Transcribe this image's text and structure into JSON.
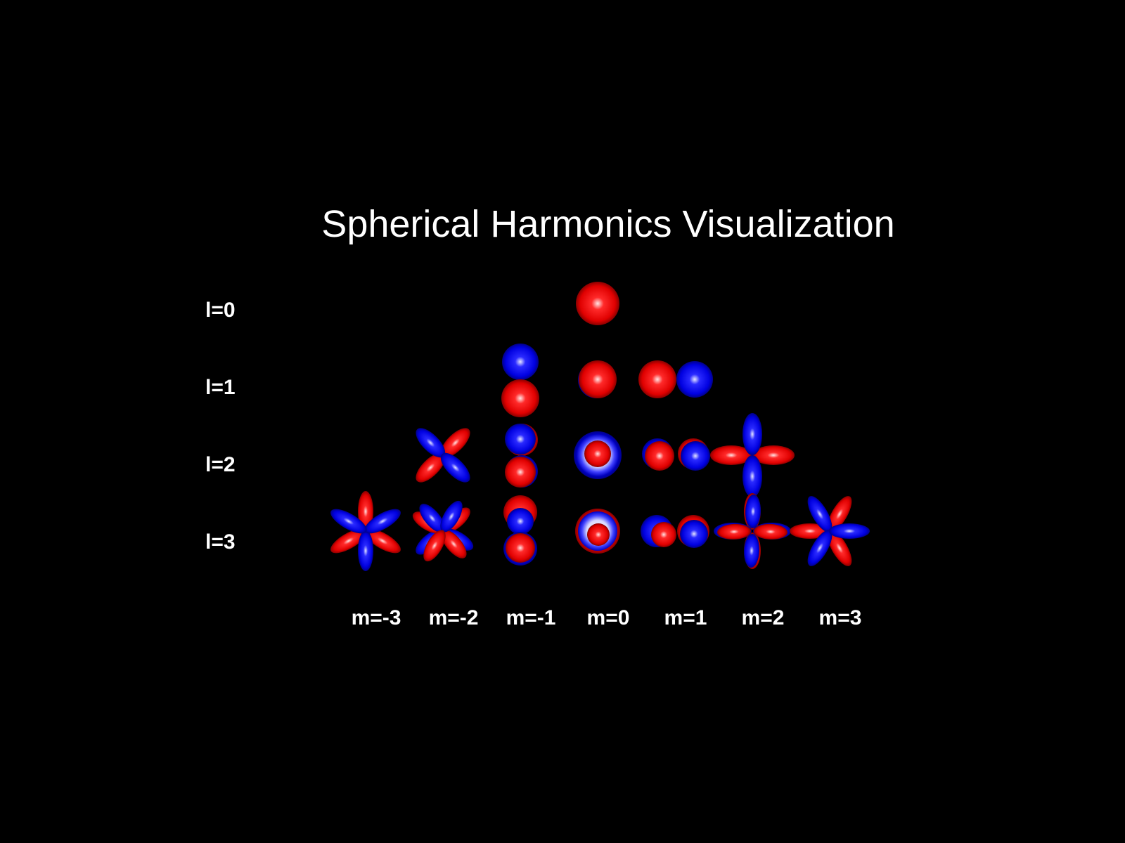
{
  "title": "Spherical Harmonics Visualization",
  "row_labels": [
    "l=0",
    "l=1",
    "l=2",
    "l=3"
  ],
  "column_labels": [
    "m=-3",
    "m=-2",
    "m=-1",
    "m=0",
    "m=1",
    "m=2",
    "m=3"
  ],
  "colors": {
    "background": "#000000",
    "positive_lobe": "#ff0000",
    "negative_lobe": "#1010ff",
    "text": "#ffffff"
  },
  "cells": [
    {
      "l": 0,
      "m": 0
    },
    {
      "l": 1,
      "m": -1
    },
    {
      "l": 1,
      "m": 0
    },
    {
      "l": 1,
      "m": 1
    },
    {
      "l": 2,
      "m": -2
    },
    {
      "l": 2,
      "m": -1
    },
    {
      "l": 2,
      "m": 0
    },
    {
      "l": 2,
      "m": 1
    },
    {
      "l": 2,
      "m": 2
    },
    {
      "l": 3,
      "m": -3
    },
    {
      "l": 3,
      "m": -2
    },
    {
      "l": 3,
      "m": -1
    },
    {
      "l": 3,
      "m": 0
    },
    {
      "l": 3,
      "m": 1
    },
    {
      "l": 3,
      "m": 2
    },
    {
      "l": 3,
      "m": 3
    }
  ]
}
